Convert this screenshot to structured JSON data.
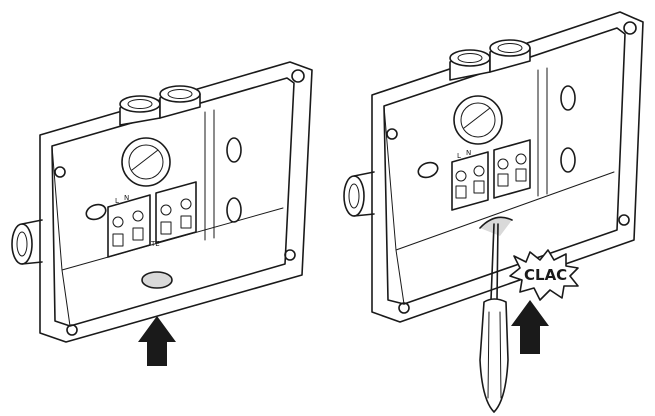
{
  "icons": {
    "left_box": "electrical-junction-box-icon",
    "right_box": "electrical-junction-box-icon",
    "arrow": "up-arrow-icon",
    "screwdriver": "screwdriver-icon",
    "burst": "sound-burst-icon"
  },
  "terminal_labels": {
    "line": "L",
    "neutral": "N",
    "test": "TE"
  },
  "sound_effect": "CLAC",
  "colors": {
    "ink": "#1a1a1a",
    "paper": "#ffffff",
    "shade": "#d9d9d9"
  }
}
